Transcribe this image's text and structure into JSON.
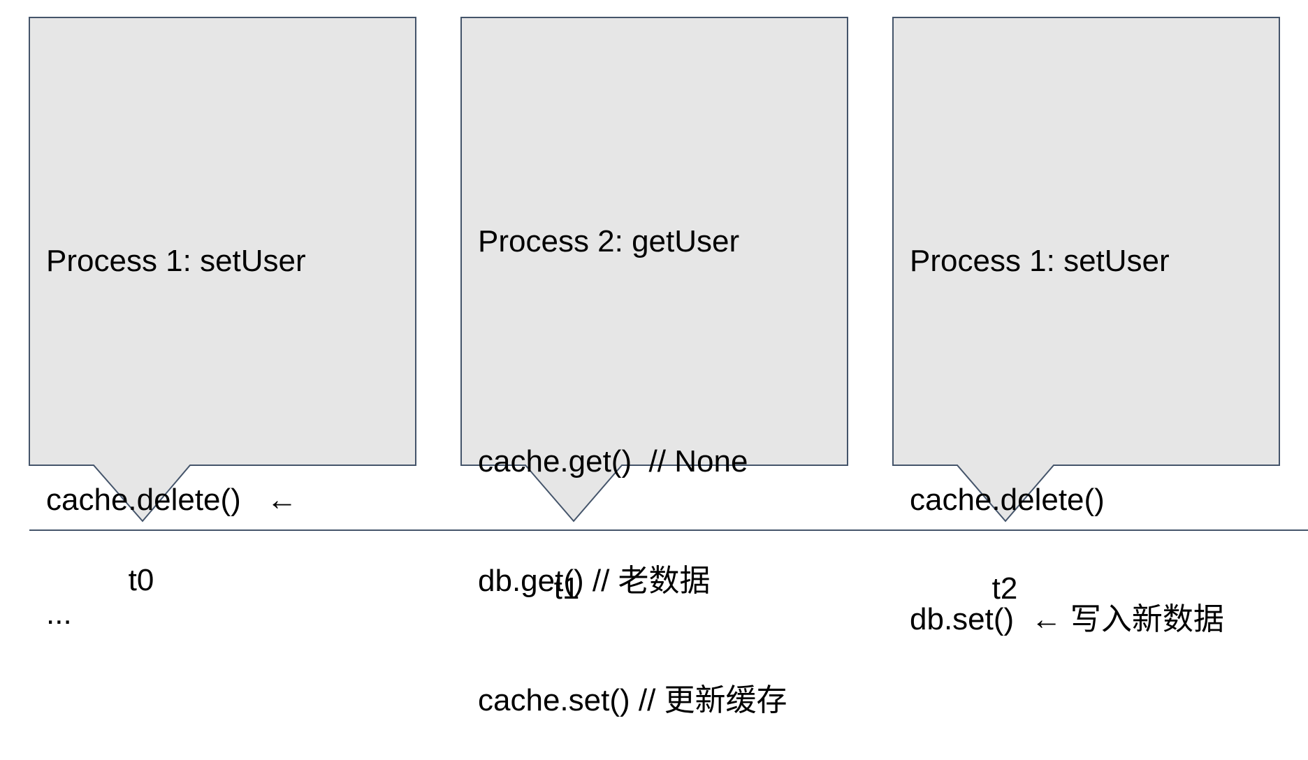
{
  "boxes": [
    {
      "title": "Process 1: setUser",
      "lines": [
        "cache.delete()   ←",
        "..."
      ]
    },
    {
      "title": "Process 2: getUser",
      "lines": [
        "cache.get()  // None",
        "db.get() // 老数据",
        "cache.set() // 更新缓存"
      ]
    },
    {
      "title": "Process 1: setUser",
      "lines": [
        "cache.delete()",
        "db.set()  ← 写入新数据"
      ]
    }
  ],
  "timeline": {
    "labels": [
      "t0",
      "t1",
      "t2"
    ]
  },
  "colors": {
    "box_fill": "#e6e6e6",
    "outline": "#44546a"
  }
}
